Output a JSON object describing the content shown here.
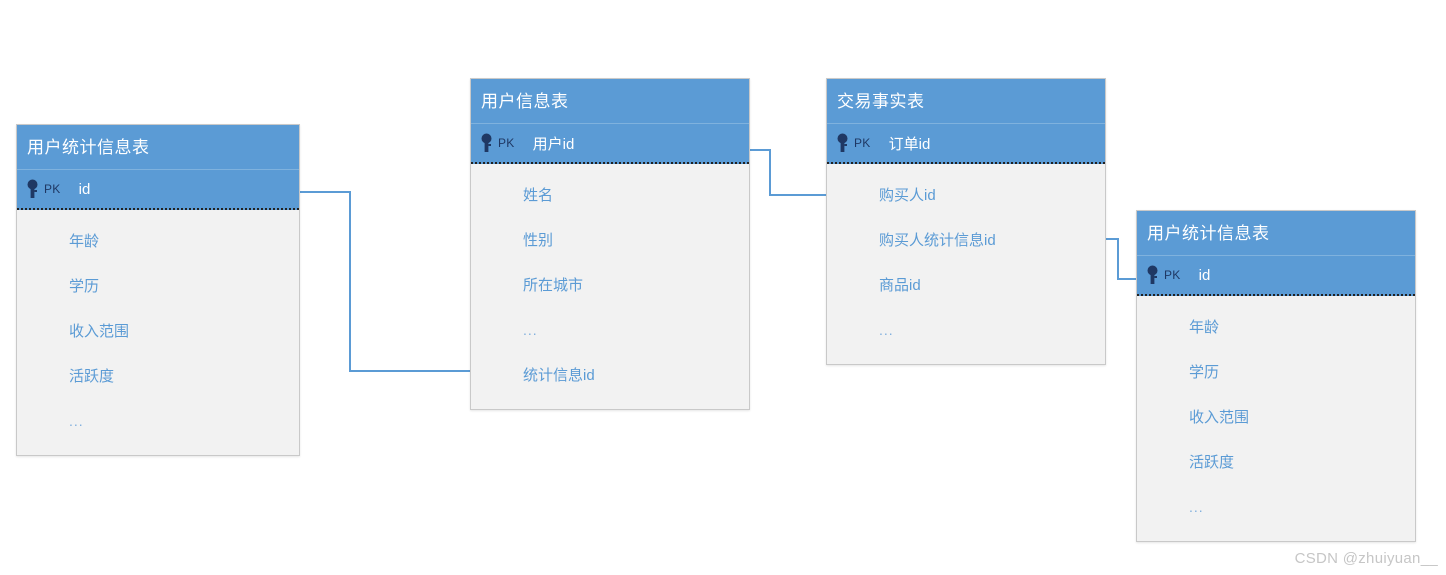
{
  "diagram": {
    "title": "",
    "background_color": "#ffffff",
    "header_color": "#5b9bd5",
    "body_color": "#f2f2f2",
    "attribute_text_color": "#5b9bd5",
    "key_icon_color": "#1f3864",
    "connector_color": "#5b9bd5"
  },
  "tables": [
    {
      "id": "user-stats-left",
      "name": "用户统计信息表",
      "pk": {
        "badge": "PK",
        "name": "id",
        "icon": "key-icon"
      },
      "attributes": [
        "年龄",
        "学历",
        "收入范围",
        "活跃度",
        "..."
      ]
    },
    {
      "id": "user-info",
      "name": "用户信息表",
      "pk": {
        "badge": "PK",
        "name": "用户id",
        "icon": "key-icon"
      },
      "attributes": [
        "姓名",
        "性别",
        "所在城市",
        "...",
        "统计信息id"
      ]
    },
    {
      "id": "transaction-fact",
      "name": "交易事实表",
      "pk": {
        "badge": "PK",
        "name": "订单id",
        "icon": "key-icon"
      },
      "attributes": [
        "购买人id",
        "购买人统计信息id",
        "商品id",
        "..."
      ]
    },
    {
      "id": "user-stats-right",
      "name": "用户统计信息表",
      "pk": {
        "badge": "PK",
        "name": "id",
        "icon": "key-icon"
      },
      "attributes": [
        "年龄",
        "学历",
        "收入范围",
        "活跃度",
        "..."
      ]
    }
  ],
  "relationships": [
    {
      "id": "rel-1",
      "from": "user-stats-left.id",
      "to": "user-info.统计信息id"
    },
    {
      "id": "rel-2",
      "from": "user-info.用户id",
      "to": "transaction-fact.购买人id"
    },
    {
      "id": "rel-3",
      "from": "transaction-fact.购买人统计信息id",
      "to": "user-stats-right.id"
    }
  ],
  "watermark": {
    "text": "CSDN @zhuiyuan__"
  }
}
